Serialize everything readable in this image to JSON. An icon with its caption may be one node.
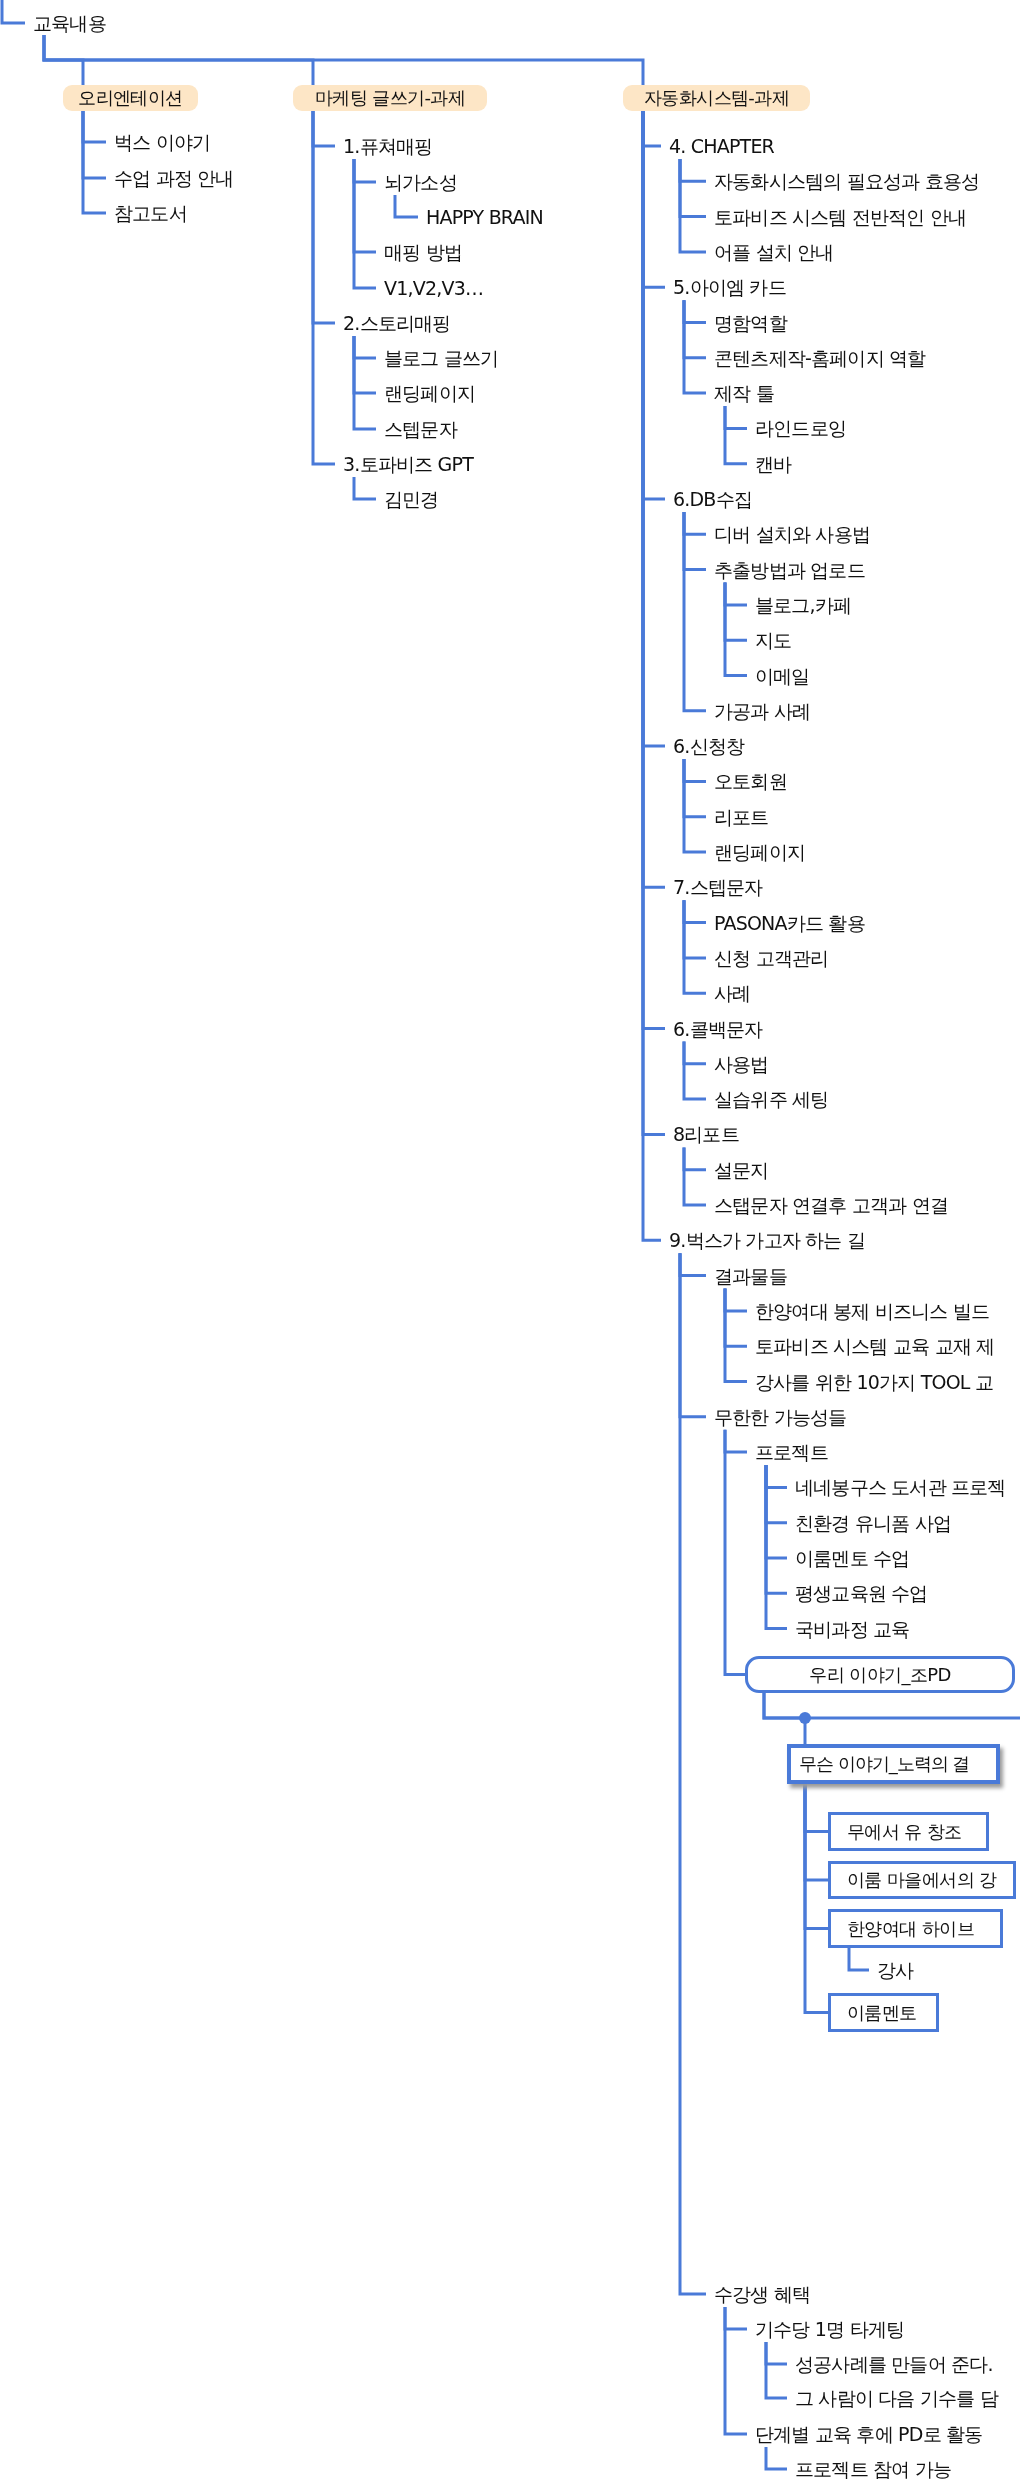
{
  "diagram": {
    "nodes": [
      {
        "text": [
          "교육내용"
        ]
      },
      {
        "text": [
          "오리엔테이션"
        ]
      },
      {
        "text": [
          "벅스 이야기"
        ]
      },
      {
        "text": [
          "수업 과정 안내"
        ]
      },
      {
        "text": [
          "참고도서"
        ]
      },
      {
        "text": [
          "마케팅 글쓰기-과제"
        ]
      },
      {
        "text": [
          "1.퓨쳐매핑"
        ]
      },
      {
        "text": [
          "뇌가소성"
        ]
      },
      {
        "text": [
          "HAPPY BRAIN"
        ]
      },
      {
        "text": [
          "매핑 방법"
        ]
      },
      {
        "text": [
          "V1,V2,V3…"
        ]
      },
      {
        "text": [
          "2.스토리매핑"
        ]
      },
      {
        "text": [
          "블로그 글쓰기"
        ]
      },
      {
        "text": [
          "랜딩페이지"
        ]
      },
      {
        "text": [
          "스텝문자"
        ]
      },
      {
        "text": [
          "3.토파비즈 GPT"
        ]
      },
      {
        "text": [
          "김민경"
        ]
      },
      {
        "text": [
          "자동화시스템-과제"
        ]
      },
      {
        "text": [
          "4. CHAPTER"
        ]
      },
      {
        "text": [
          "자동화시스템의 필요성과 효용성"
        ]
      },
      {
        "text": [
          "토파비즈 시스템 전반적인 안내"
        ]
      },
      {
        "text": [
          "어플 설치 안내"
        ]
      },
      {
        "text": [
          "5.아이엠 카드"
        ]
      },
      {
        "text": [
          "명함역할"
        ]
      },
      {
        "text": [
          "콘텐츠제작-홈페이지 역할"
        ]
      },
      {
        "text": [
          "제작 툴"
        ]
      },
      {
        "text": [
          "라인드로잉"
        ]
      },
      {
        "text": [
          "캔바"
        ]
      },
      {
        "text": [
          "6.DB수집"
        ]
      },
      {
        "text": [
          "디버 설치와 사용법"
        ]
      },
      {
        "text": [
          "추출방법과 업로드"
        ]
      },
      {
        "text": [
          "블로그,카페"
        ]
      },
      {
        "text": [
          "지도"
        ]
      },
      {
        "text": [
          "이메일"
        ]
      },
      {
        "text": [
          "가공과 사례"
        ]
      },
      {
        "text": [
          "6.신청창"
        ]
      },
      {
        "text": [
          "오토회원"
        ]
      },
      {
        "text": [
          "리포트"
        ]
      },
      {
        "text": [
          "랜딩페이지"
        ]
      },
      {
        "text": [
          "7.스텝문자"
        ]
      },
      {
        "text": [
          "PASONA카드 활용"
        ]
      },
      {
        "text": [
          "신청 고객관리"
        ]
      },
      {
        "text": [
          "사례"
        ]
      },
      {
        "text": [
          "6.콜백문자"
        ]
      },
      {
        "text": [
          "사용법"
        ]
      },
      {
        "text": [
          "실습위주 세팅"
        ]
      },
      {
        "text": [
          "8리포트"
        ]
      },
      {
        "text": [
          "설문지"
        ]
      },
      {
        "text": [
          "스탭문자 연결후 고객과 연결"
        ]
      },
      {
        "text": [
          "9.벅스가 가고자 하는 길"
        ]
      },
      {
        "text": [
          "결과물들"
        ]
      },
      {
        "text": [
          "한양여대 봉제 비즈니스 빌드"
        ]
      },
      {
        "text": [
          "토파비즈 시스템 교육 교재 제"
        ]
      },
      {
        "text": [
          "강사를 위한 10가지 TOOL 교"
        ]
      },
      {
        "text": [
          "무한한 가능성들"
        ]
      },
      {
        "text": [
          "프로젝트"
        ]
      },
      {
        "text": [
          "네네봉구스 도서관 프로젝"
        ]
      },
      {
        "text": [
          "친환경 유니폼 사업"
        ]
      },
      {
        "text": [
          "이룸멘토 수업"
        ]
      },
      {
        "text": [
          "평생교육원 수업"
        ]
      },
      {
        "text": [
          "국비과정 교육"
        ]
      },
      {
        "text": [
          "우리 이야기_조PD"
        ]
      },
      {
        "text": [
          "무슨 이야기_노력의 결"
        ]
      },
      {
        "text": [
          "무에서 유 창조"
        ]
      },
      {
        "text": [
          "이룸 마을에서의 강"
        ]
      },
      {
        "text": [
          "한양여대 하이브"
        ]
      },
      {
        "text": [
          "강사"
        ]
      },
      {
        "text": [
          "이룸멘토"
        ]
      },
      {
        "text": [
          "수강생 혜택"
        ]
      },
      {
        "text": [
          "기수당 1명 타게팅"
        ]
      },
      {
        "text": [
          "성공사례를 만들어 준다."
        ]
      },
      {
        "text": [
          "그 사람이 다음 기수를 담"
        ]
      },
      {
        "text": [
          "단계별 교육 후에 PD로 활동"
        ]
      },
      {
        "text": [
          "프로젝트 참여 가능"
        ]
      }
    ],
    "edges": [
      {
        "from": null,
        "to": 0,
        "arrow": "none"
      },
      {
        "from": 0,
        "to": 1,
        "arrow": "none"
      },
      {
        "from": 1,
        "to": 2,
        "arrow": "none"
      },
      {
        "from": 1,
        "to": 3,
        "arrow": "none"
      },
      {
        "from": 1,
        "to": 4,
        "arrow": "none"
      },
      {
        "from": 0,
        "to": 5,
        "arrow": "none"
      },
      {
        "from": 5,
        "to": 6,
        "arrow": "none"
      },
      {
        "from": 6,
        "to": 7,
        "arrow": "none"
      },
      {
        "from": 7,
        "to": 8,
        "arrow": "none"
      },
      {
        "from": 6,
        "to": 9,
        "arrow": "none"
      },
      {
        "from": 6,
        "to": 10,
        "arrow": "none"
      },
      {
        "from": 5,
        "to": 11,
        "arrow": "none"
      },
      {
        "from": 11,
        "to": 12,
        "arrow": "none"
      },
      {
        "from": 11,
        "to": 13,
        "arrow": "none"
      },
      {
        "from": 11,
        "to": 14,
        "arrow": "none"
      },
      {
        "from": 5,
        "to": 15,
        "arrow": "none"
      },
      {
        "from": 15,
        "to": 16,
        "arrow": "none"
      },
      {
        "from": 0,
        "to": 17,
        "arrow": "none"
      },
      {
        "from": 17,
        "to": 18,
        "arrow": "none"
      },
      {
        "from": 18,
        "to": 19,
        "arrow": "none"
      },
      {
        "from": 18,
        "to": 20,
        "arrow": "none"
      },
      {
        "from": 18,
        "to": 21,
        "arrow": "none"
      },
      {
        "from": 17,
        "to": 22,
        "arrow": "none"
      },
      {
        "from": 22,
        "to": 23,
        "arrow": "none"
      },
      {
        "from": 22,
        "to": 24,
        "arrow": "none"
      },
      {
        "from": 22,
        "to": 25,
        "arrow": "none"
      },
      {
        "from": 25,
        "to": 26,
        "arrow": "none"
      },
      {
        "from": 25,
        "to": 27,
        "arrow": "none"
      },
      {
        "from": 17,
        "to": 28,
        "arrow": "none"
      },
      {
        "from": 28,
        "to": 29,
        "arrow": "none"
      },
      {
        "from": 28,
        "to": 30,
        "arrow": "none"
      },
      {
        "from": 30,
        "to": 31,
        "arrow": "none"
      },
      {
        "from": 30,
        "to": 32,
        "arrow": "none"
      },
      {
        "from": 30,
        "to": 33,
        "arrow": "none"
      },
      {
        "from": 28,
        "to": 34,
        "arrow": "none"
      },
      {
        "from": 17,
        "to": 35,
        "arrow": "none"
      },
      {
        "from": 35,
        "to": 36,
        "arrow": "none"
      },
      {
        "from": 35,
        "to": 37,
        "arrow": "none"
      },
      {
        "from": 35,
        "to": 38,
        "arrow": "none"
      },
      {
        "from": 17,
        "to": 39,
        "arrow": "none"
      },
      {
        "from": 39,
        "to": 40,
        "arrow": "none"
      },
      {
        "from": 39,
        "to": 41,
        "arrow": "none"
      },
      {
        "from": 39,
        "to": 42,
        "arrow": "none"
      },
      {
        "from": 17,
        "to": 43,
        "arrow": "none"
      },
      {
        "from": 43,
        "to": 44,
        "arrow": "none"
      },
      {
        "from": 43,
        "to": 45,
        "arrow": "none"
      },
      {
        "from": 17,
        "to": 46,
        "arrow": "none"
      },
      {
        "from": 46,
        "to": 47,
        "arrow": "none"
      },
      {
        "from": 46,
        "to": 48,
        "arrow": "none"
      },
      {
        "from": 17,
        "to": 49,
        "arrow": "none"
      },
      {
        "from": 49,
        "to": 50,
        "arrow": "none"
      },
      {
        "from": 50,
        "to": 51,
        "arrow": "none"
      },
      {
        "from": 50,
        "to": 52,
        "arrow": "none"
      },
      {
        "from": 50,
        "to": 53,
        "arrow": "none"
      },
      {
        "from": 49,
        "to": 54,
        "arrow": "none"
      },
      {
        "from": 54,
        "to": 55,
        "arrow": "none"
      },
      {
        "from": 55,
        "to": 56,
        "arrow": "none"
      },
      {
        "from": 55,
        "to": 57,
        "arrow": "none"
      },
      {
        "from": 55,
        "to": 58,
        "arrow": "none"
      },
      {
        "from": 55,
        "to": 59,
        "arrow": "none"
      },
      {
        "from": 55,
        "to": 60,
        "arrow": "none"
      },
      {
        "from": 54,
        "to": 61,
        "arrow": "none"
      },
      {
        "from": 61,
        "to": null,
        "arrow": "none"
      },
      {
        "from": 61,
        "to": 62,
        "arrow": "none"
      },
      {
        "from": 62,
        "to": 63,
        "arrow": "none"
      },
      {
        "from": 62,
        "to": 64,
        "arrow": "none"
      },
      {
        "from": 62,
        "to": 65,
        "arrow": "none"
      },
      {
        "from": 65,
        "to": 66,
        "arrow": "none"
      },
      {
        "from": 62,
        "to": 67,
        "arrow": "none"
      },
      {
        "from": 49,
        "to": 68,
        "arrow": "none"
      },
      {
        "from": 68,
        "to": 69,
        "arrow": "none"
      },
      {
        "from": 69,
        "to": 70,
        "arrow": "none"
      },
      {
        "from": 69,
        "to": 71,
        "arrow": "none"
      },
      {
        "from": 68,
        "to": 72,
        "arrow": "none"
      },
      {
        "from": 72,
        "to": 73,
        "arrow": "none"
      }
    ]
  }
}
